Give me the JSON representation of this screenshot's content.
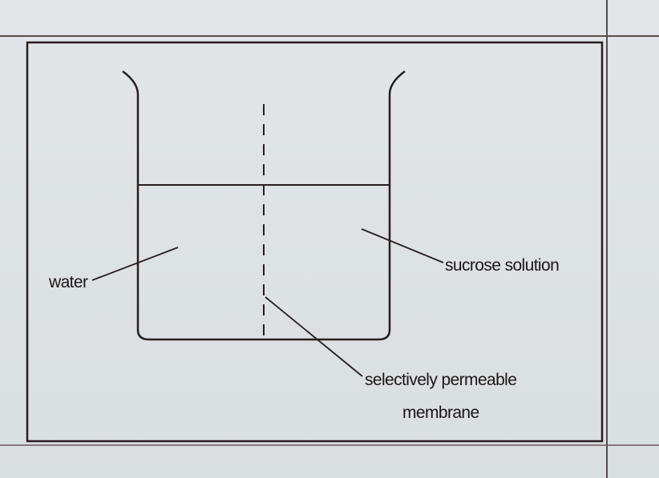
{
  "diagram": {
    "labels": {
      "water": "water",
      "sucrose": "sucrose solution",
      "membrane_line1": "selectively permeable",
      "membrane_line2": "membrane"
    },
    "colors": {
      "ink": "#2a1c1c",
      "background": "#dde2e5"
    }
  }
}
